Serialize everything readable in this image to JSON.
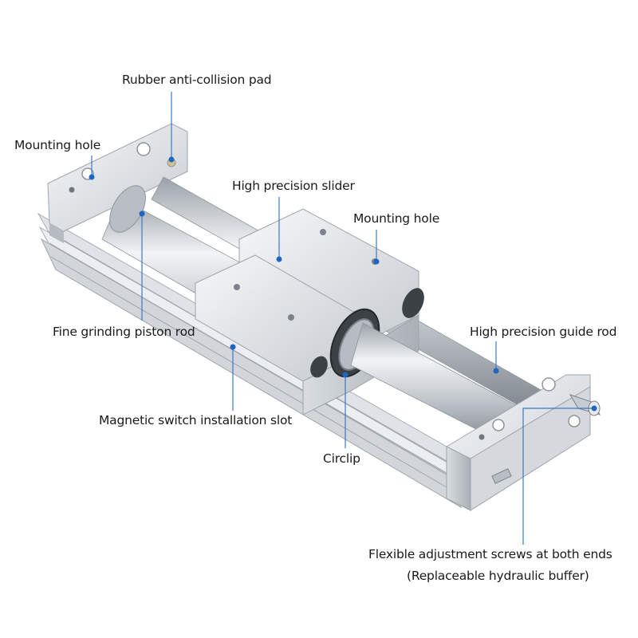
{
  "callouts": {
    "rubber_pad": "Rubber anti-collision pad",
    "mounting_hole_left": "Mounting hole",
    "slider": "High precision slider",
    "mounting_hole_slider": "Mounting hole",
    "piston_rod": "Fine grinding piston rod",
    "guide_rod": "High precision guide rod",
    "switch_slot": "Magnetic switch installation slot",
    "circlip": "Circlip",
    "adjust_screws_line1": "Flexible adjustment screws at both ends",
    "adjust_screws_line2": "(Replaceable hydraulic buffer)"
  },
  "colors": {
    "callout_line": "#3a7ac8",
    "callout_dot": "#1f66c2",
    "aluminum_light": "#eef0f2",
    "aluminum_mid": "#c9ced3",
    "aluminum_dark": "#8e959c"
  }
}
